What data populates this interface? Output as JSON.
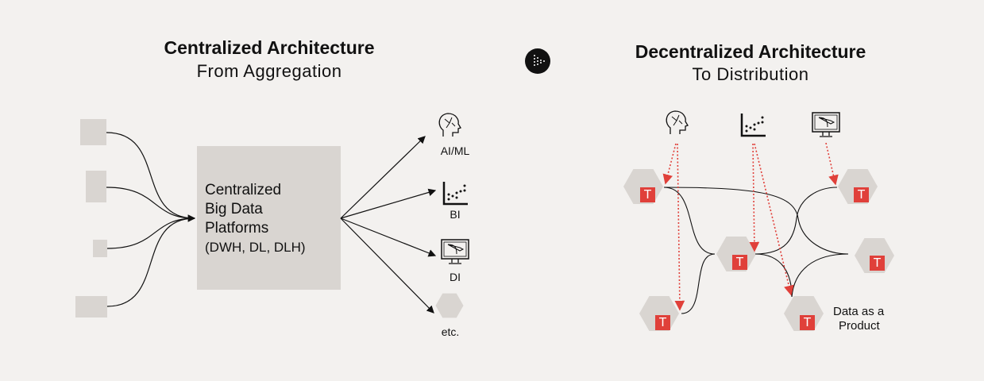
{
  "left": {
    "title": "Centralized Architecture",
    "subtitle": "From Aggregation",
    "platform": {
      "line1": "Centralized",
      "line2": "Big Data",
      "line3": "Platforms",
      "line4": "(DWH, DL, DLH)"
    },
    "outputs": [
      {
        "label": "AI/ML",
        "icon": "ai-head-icon"
      },
      {
        "label": "BI",
        "icon": "scatter-chart-icon"
      },
      {
        "label": "DI",
        "icon": "monitor-icon"
      },
      {
        "label": "etc.",
        "icon": "hexagon-icon"
      }
    ]
  },
  "right": {
    "title": "Decentralized Architecture",
    "subtitle": "To Distribution",
    "node_letter": "T",
    "annotation_line1": "Data as a",
    "annotation_line2": "Product"
  },
  "colors": {
    "background": "#f3f1ef",
    "box": "#d9d5d1",
    "accent": "#e0403a"
  }
}
